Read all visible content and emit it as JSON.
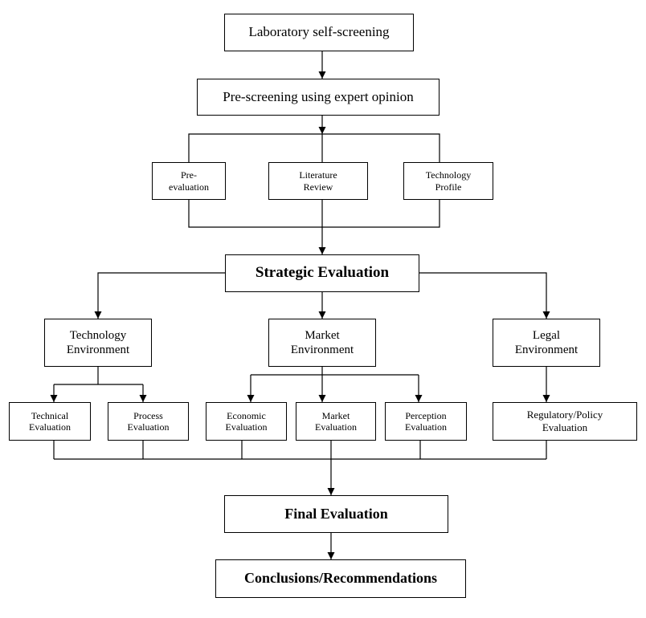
{
  "diagram": {
    "nodes": {
      "lab_self_screening": "Laboratory self-screening",
      "pre_screening": "Pre-screening using expert opinion",
      "pre_evaluation": "Pre-\nevaluation",
      "literature_review": "Literature\nReview",
      "technology_profile": "Technology\nProfile",
      "strategic_evaluation": "Strategic Evaluation",
      "technology_environment": "Technology\nEnvironment",
      "market_environment": "Market\nEnvironment",
      "legal_environment": "Legal\nEnvironment",
      "technical_evaluation": "Technical\nEvaluation",
      "process_evaluation": "Process\nEvaluation",
      "economic_evaluation": "Economic\nEvaluation",
      "market_evaluation": "Market\nEvaluation",
      "perception_evaluation": "Perception\nEvaluation",
      "regulatory_policy_evaluation": "Regulatory/Policy\nEvaluation",
      "final_evaluation": "Final Evaluation",
      "conclusions_recommendations": "Conclusions/Recommendations"
    },
    "edges": [
      [
        "lab_self_screening",
        "pre_screening"
      ],
      [
        "pre_screening",
        "pre_evaluation"
      ],
      [
        "pre_screening",
        "literature_review"
      ],
      [
        "pre_screening",
        "technology_profile"
      ],
      [
        "pre_evaluation",
        "strategic_evaluation"
      ],
      [
        "literature_review",
        "strategic_evaluation"
      ],
      [
        "technology_profile",
        "strategic_evaluation"
      ],
      [
        "strategic_evaluation",
        "technology_environment"
      ],
      [
        "strategic_evaluation",
        "market_environment"
      ],
      [
        "strategic_evaluation",
        "legal_environment"
      ],
      [
        "technology_environment",
        "technical_evaluation"
      ],
      [
        "technology_environment",
        "process_evaluation"
      ],
      [
        "market_environment",
        "economic_evaluation"
      ],
      [
        "market_environment",
        "market_evaluation"
      ],
      [
        "market_environment",
        "perception_evaluation"
      ],
      [
        "legal_environment",
        "regulatory_policy_evaluation"
      ],
      [
        "technical_evaluation",
        "final_evaluation"
      ],
      [
        "process_evaluation",
        "final_evaluation"
      ],
      [
        "economic_evaluation",
        "final_evaluation"
      ],
      [
        "market_evaluation",
        "final_evaluation"
      ],
      [
        "perception_evaluation",
        "final_evaluation"
      ],
      [
        "regulatory_policy_evaluation",
        "final_evaluation"
      ],
      [
        "final_evaluation",
        "conclusions_recommendations"
      ]
    ]
  }
}
